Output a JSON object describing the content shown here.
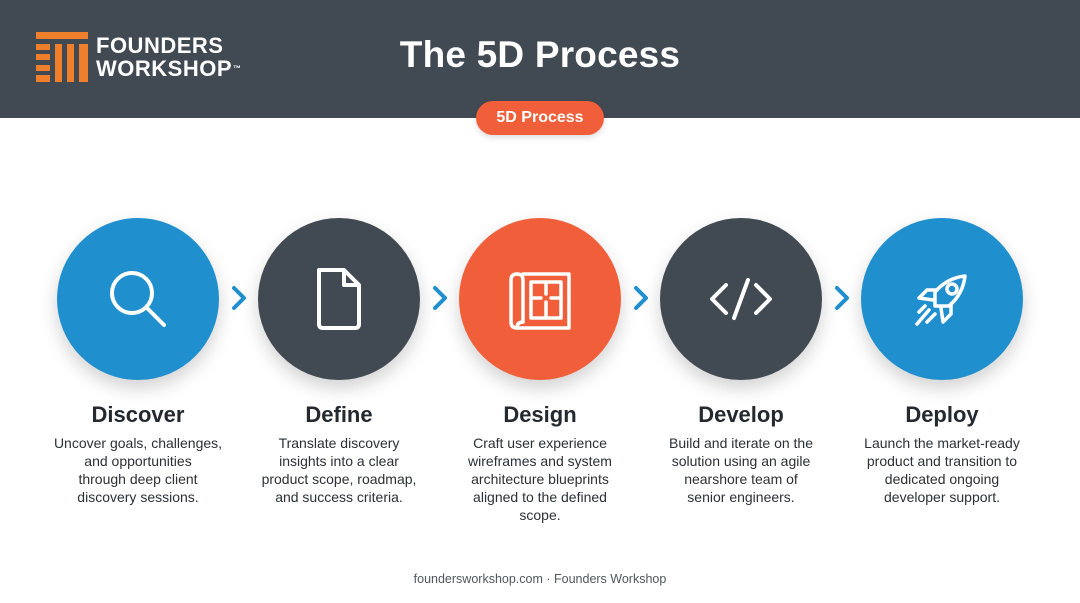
{
  "brand": {
    "name_line1": "FOUNDERS",
    "name_line2": "WORKSHOP",
    "trademark": "™",
    "logo_icon": "fw-logo-mark",
    "color": "#f07f2c"
  },
  "header": {
    "title": "The 5D Process"
  },
  "badge": {
    "label": "5D Process"
  },
  "steps": [
    {
      "title": "Discover",
      "icon": "search-icon",
      "color": "#1f8fce",
      "desc_lines": [
        "Uncover goals, challenges,",
        "and opportunities",
        "through deep client",
        "discovery sessions."
      ]
    },
    {
      "title": "Define",
      "icon": "document-icon",
      "color": "#414a53",
      "desc_lines": [
        "Translate discovery",
        "insights into a clear",
        "product scope, roadmap,",
        "and success criteria."
      ]
    },
    {
      "title": "Design",
      "icon": "blueprint-icon",
      "color": "#f15f3a",
      "desc_lines": [
        "Craft user experience",
        "wireframes and system",
        "architecture blueprints",
        "aligned to the defined",
        "scope."
      ]
    },
    {
      "title": "Develop",
      "icon": "code-icon",
      "color": "#414a53",
      "desc_lines": [
        "Build and iterate on the",
        "solution using an agile",
        "nearshore team of",
        "senior engineers."
      ]
    },
    {
      "title": "Deploy",
      "icon": "rocket-icon",
      "color": "#1f8fce",
      "desc_lines": [
        "Launch the market-ready",
        "product and transition to",
        "dedicated ongoing",
        "developer support."
      ]
    }
  ],
  "connector": {
    "icon": "chevron-right-icon",
    "color": "#1f8fce"
  },
  "footer": {
    "text": "foundersworkshop.com · Founders Workshop"
  }
}
